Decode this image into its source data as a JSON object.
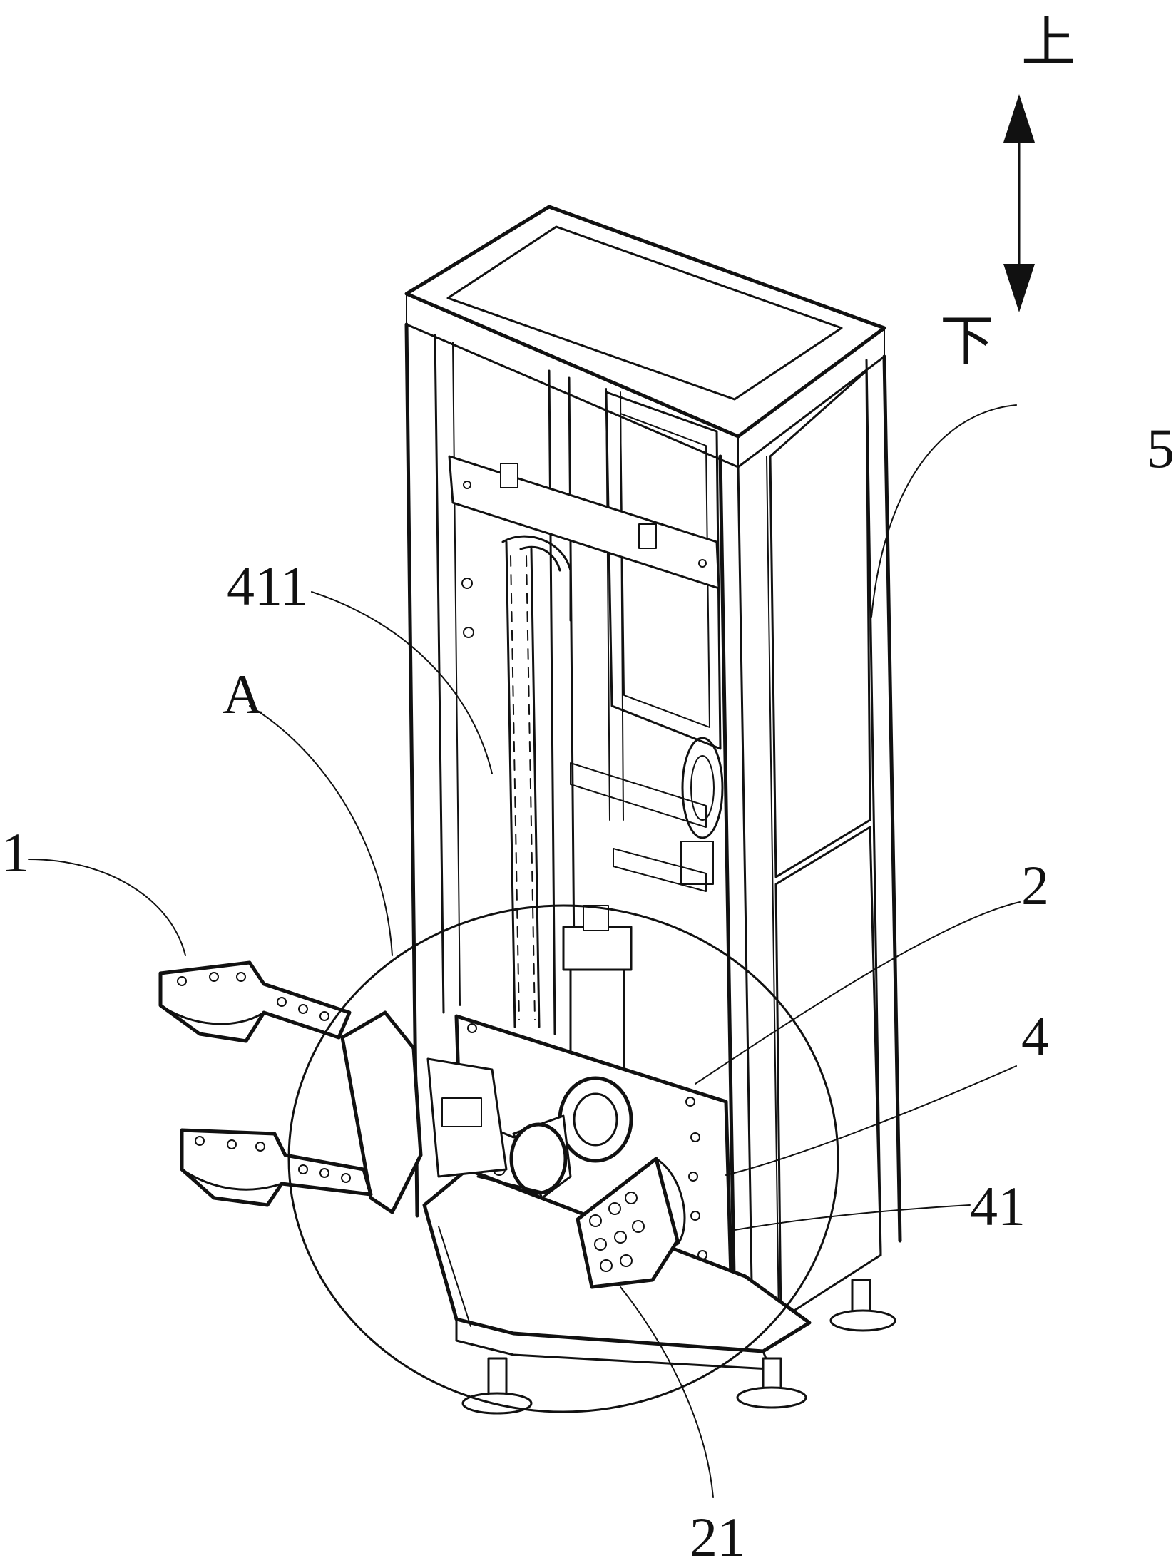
{
  "labels": {
    "up": "上",
    "down": "下",
    "l5": "5",
    "l411": "411",
    "lA": "A",
    "l1": "1",
    "l2": "2",
    "l4": "4",
    "l41": "41",
    "l21": "21"
  }
}
